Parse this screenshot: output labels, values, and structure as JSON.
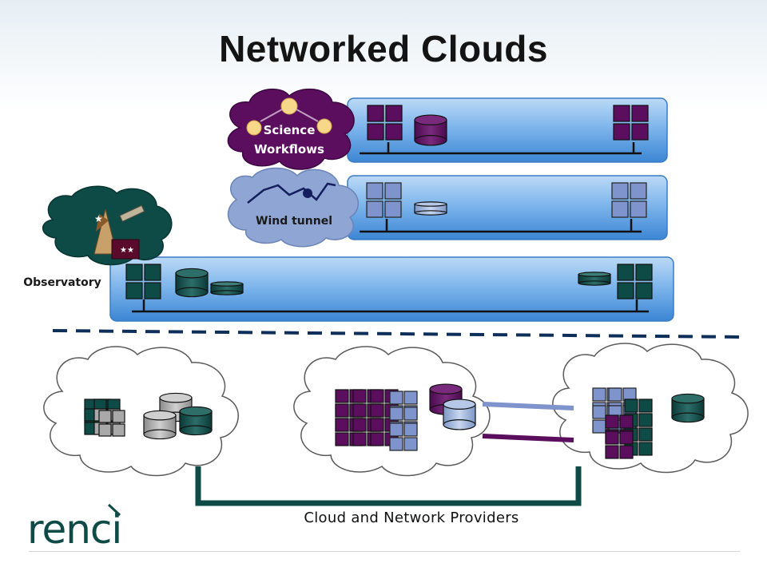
{
  "slide": {
    "title": "Networked Clouds"
  },
  "labels": {
    "science_line1": "Science",
    "science_line2": "Workflows",
    "wind_tunnel": "Wind tunnel",
    "observatory": "Observatory",
    "providers": "Cloud and Network Providers"
  },
  "logo": {
    "text": "renci"
  },
  "colors": {
    "purple": "#5b0d5e",
    "teal": "#0e4a46",
    "gray": "#a9a9a9",
    "lightblue": "#7f94cc",
    "band": "#5aa0e0",
    "logo": "#0e4a46"
  }
}
